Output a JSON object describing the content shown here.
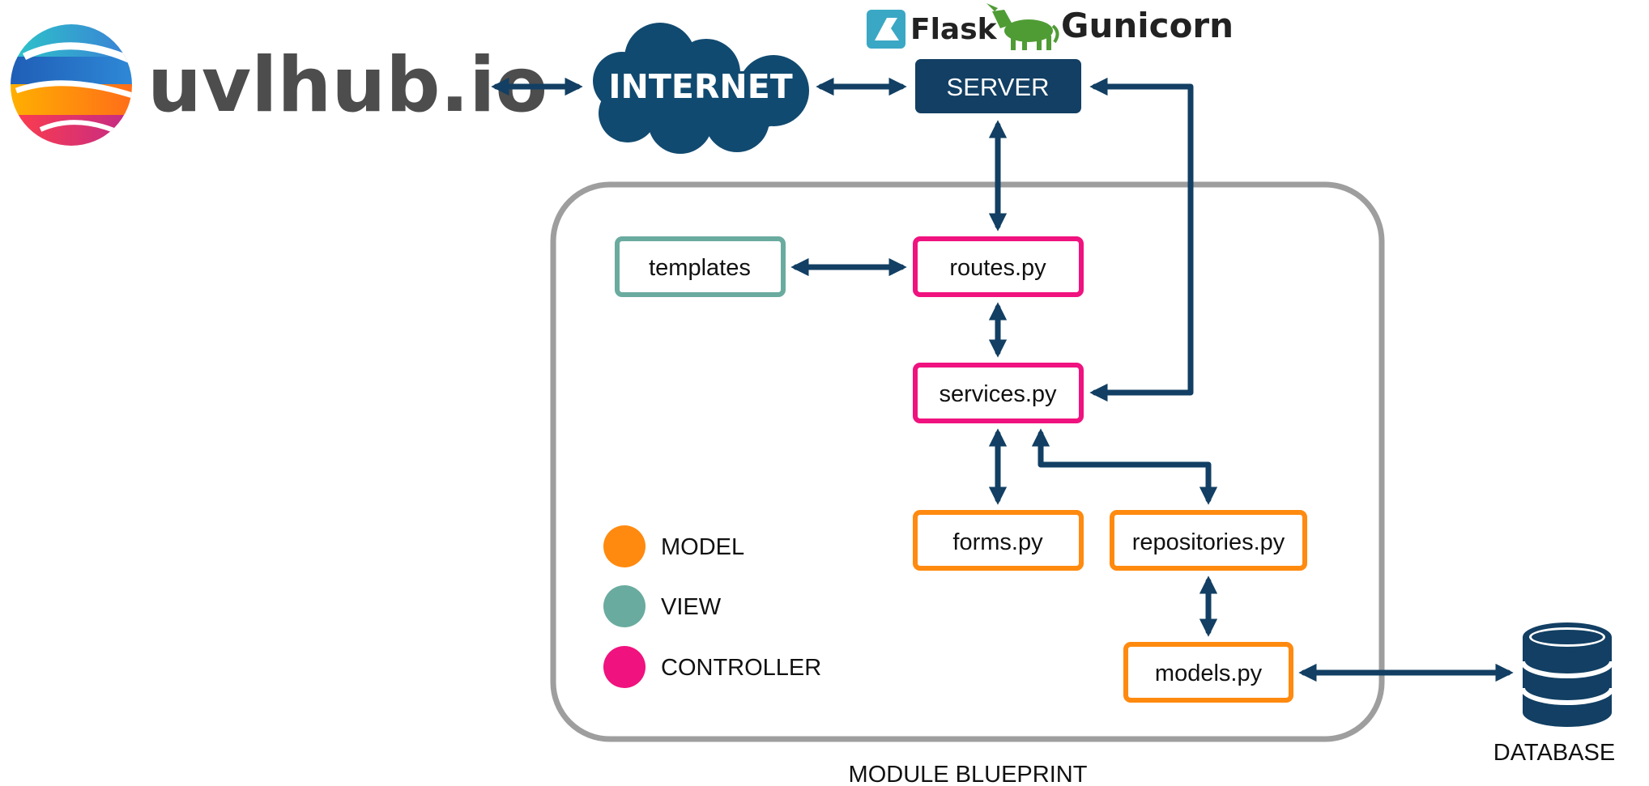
{
  "logo": {
    "text": "uvlhub.io"
  },
  "internet": {
    "label": "INTERNET"
  },
  "server": {
    "label": "SERVER",
    "frameworks": [
      "Flask",
      "Gunicorn"
    ]
  },
  "module": {
    "caption": "MODULE BLUEPRINT",
    "nodes": {
      "templates": {
        "label": "templates",
        "role": "view"
      },
      "routes": {
        "label": "routes.py",
        "role": "controller"
      },
      "services": {
        "label": "services.py",
        "role": "controller"
      },
      "forms": {
        "label": "forms.py",
        "role": "model"
      },
      "repositories": {
        "label": "repositories.py",
        "role": "model"
      },
      "models": {
        "label": "models.py",
        "role": "model"
      }
    }
  },
  "legend": {
    "items": [
      {
        "label": "MODEL",
        "color": "#ff8a0f"
      },
      {
        "label": "VIEW",
        "color": "#6aab9f"
      },
      {
        "label": "CONTROLLER",
        "color": "#f0127e"
      }
    ]
  },
  "database": {
    "label": "DATABASE"
  },
  "colors": {
    "arrow": "#123f63",
    "cloud": "#114a70",
    "server": "#123f63",
    "module_border": "#9e9e9e",
    "model": "#ff8a0f",
    "view": "#6aab9f",
    "controller": "#f0127e"
  }
}
